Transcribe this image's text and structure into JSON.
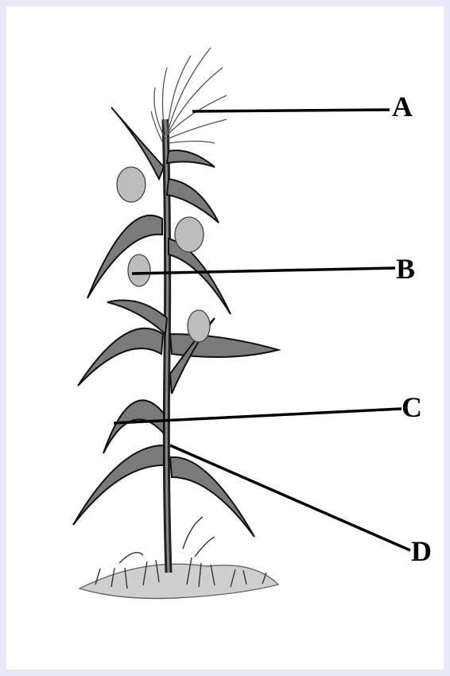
{
  "diagram": {
    "labels": [
      {
        "id": "A",
        "text": "A"
      },
      {
        "id": "B",
        "text": "B"
      },
      {
        "id": "C",
        "text": "C"
      },
      {
        "id": "D",
        "text": "D"
      }
    ]
  }
}
